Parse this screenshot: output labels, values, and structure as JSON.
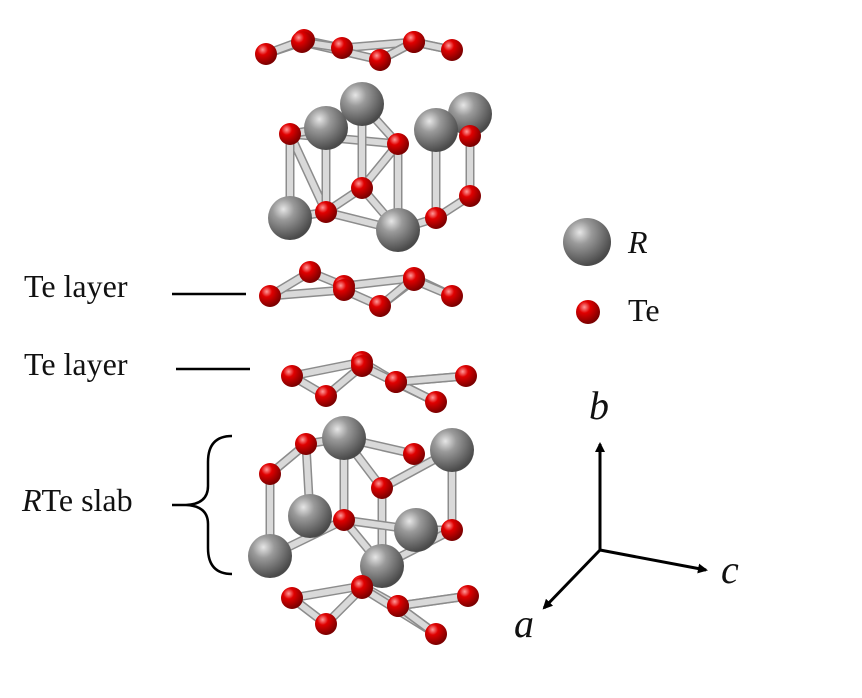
{
  "labels": {
    "te_layer_upper": "Te layer",
    "te_layer_lower": "Te layer",
    "rte_slab_italic": "R",
    "rte_slab_rest": "Te slab"
  },
  "legend": {
    "r_label": "R",
    "te_label": "Te"
  },
  "axes": {
    "b": "b",
    "c": "c",
    "a": "a"
  },
  "colors": {
    "r_atom": "#7d7d7d",
    "te_atom": "#d10000",
    "bond": "#c8c8c8",
    "line": "#000000"
  }
}
